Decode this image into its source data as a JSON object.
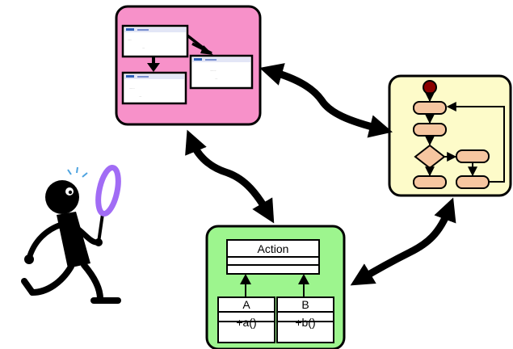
{
  "diagram": {
    "colors": {
      "screen_panel": "#f791c9",
      "activity_panel": "#fdfbc9",
      "class_panel": "#9df58e",
      "activity_node": "#f6c6a0",
      "start_dot": "#8b0000",
      "magnifier_lens": "#a16cf5",
      "outline": "#000000"
    },
    "screen_panel": {
      "windows": [
        {
          "name": "window-top-left",
          "icon": "browser-window-icon"
        },
        {
          "name": "window-bottom-left",
          "icon": "browser-window-icon"
        },
        {
          "name": "window-right",
          "icon": "browser-window-icon"
        }
      ]
    },
    "activity_panel": {
      "nodes": [
        "start",
        "action-1",
        "action-2",
        "decision",
        "action-3",
        "action-4"
      ]
    },
    "class_panel": {
      "parent_class": {
        "name": "Action"
      },
      "children": [
        {
          "name": "A",
          "member": "+a()"
        },
        {
          "name": "B",
          "member": "+b()"
        }
      ]
    },
    "connectors": [
      {
        "from": "screen_panel",
        "to": "activity_panel"
      },
      {
        "from": "screen_panel",
        "to": "class_panel"
      },
      {
        "from": "activity_panel",
        "to": "class_panel"
      }
    ],
    "figure": {
      "icon": "stick-figure-with-magnifying-glass-icon"
    }
  }
}
